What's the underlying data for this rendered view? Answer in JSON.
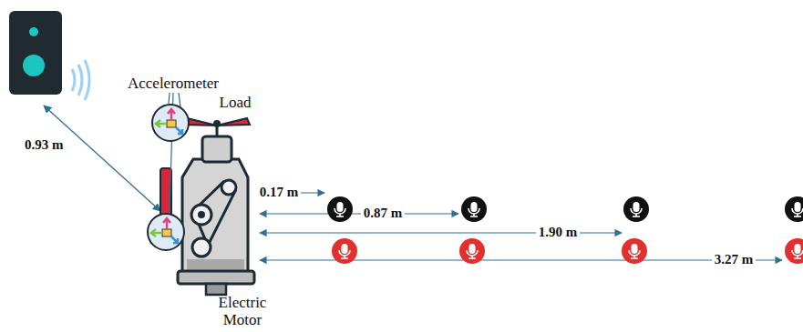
{
  "diagram": {
    "labels": [
      "Accelerometer",
      "Load",
      "0.93 m",
      "0.17 m",
      "0.87 m",
      "1.90 m",
      "3.27 m",
      "Electric Motor"
    ]
  }
}
